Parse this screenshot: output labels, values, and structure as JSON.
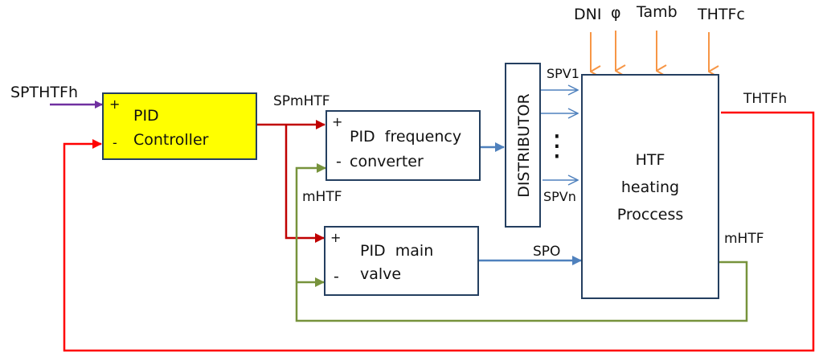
{
  "diagram": {
    "title": "",
    "colors": {
      "box_border": "#243f60",
      "controller_fill": "#ffff00",
      "setpoint_arrow": "#7030a0",
      "temperature_feedback": "#ff0000",
      "mass_flow_setpoint": "#c00000",
      "mass_flow_feedback": "#77933c",
      "control_signal": "#4f81bd",
      "disturbance_input": "#f79646"
    },
    "blocks": {
      "pid_controller": {
        "line1": "PID",
        "line2": "Controller",
        "plus": "+",
        "minus": "-"
      },
      "pid_frequency": {
        "line1": "PID  frequency",
        "line2": "converter",
        "plus": "+",
        "minus": "-"
      },
      "pid_main_valve": {
        "line1": "PID  main",
        "line2": "valve",
        "plus": "+",
        "minus": "-"
      },
      "distributor": {
        "label": "DISTRIBUTOR"
      },
      "htf_process": {
        "line1": "HTF",
        "line2": "heating",
        "line3": "Proccess"
      }
    },
    "signals": {
      "sp_thtfh": "SPTHTFh",
      "sp_mhtf": "SPmHTF",
      "mhtf_feedback_left": "mHTF",
      "mhtf_feedback_right": "mHTF",
      "spv1": "SPV1",
      "spvn": "SPVn",
      "ellipsis": "⋮",
      "spo": "SPO",
      "thtfh": "THTFh"
    },
    "disturbances": [
      "DNI",
      "φ",
      "Tamb",
      "THTFc"
    ]
  }
}
